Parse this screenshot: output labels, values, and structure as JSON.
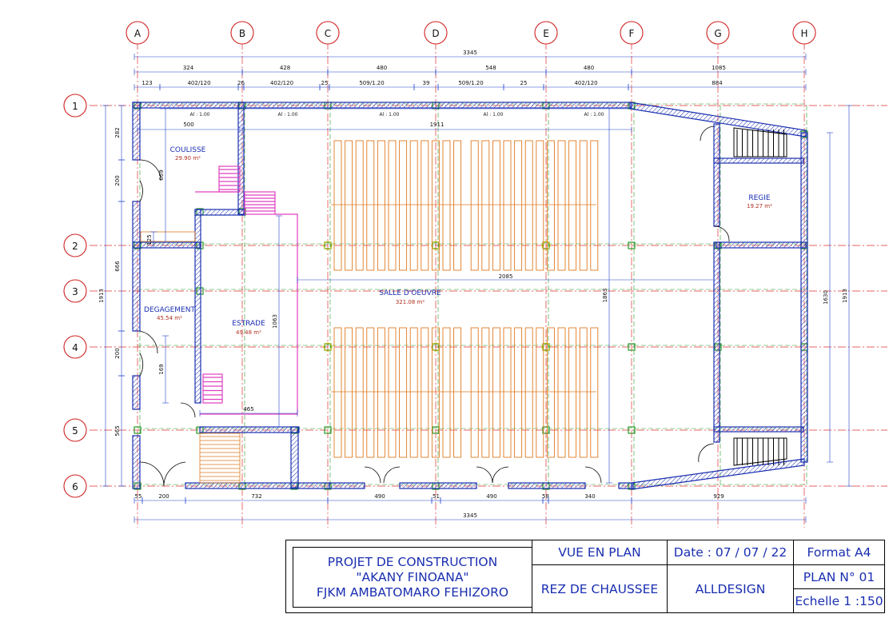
{
  "grid": {
    "columns": [
      "A",
      "B",
      "C",
      "D",
      "E",
      "F",
      "G",
      "H"
    ],
    "rows": [
      "1",
      "2",
      "3",
      "4",
      "5",
      "6"
    ]
  },
  "dims": {
    "total_top": "3345",
    "total_bottom": "3345",
    "top_row1": [
      "324",
      "428",
      "480",
      "548",
      "480",
      "1085"
    ],
    "top_row2": [
      "123",
      "402/120",
      "26",
      "402/120",
      "25",
      "509/1.20",
      "39",
      "509/1.20",
      "25",
      "402/120",
      "884"
    ],
    "bottom": [
      "55",
      "200",
      "732",
      "490",
      "51",
      "490",
      "58",
      "340",
      "929"
    ],
    "left_total": "1913",
    "left_parts": [
      "282",
      "200",
      "666",
      "200",
      "565"
    ],
    "right_total": "1913",
    "right_inner": "1630",
    "inner": [
      "500",
      "1911",
      "669",
      "125",
      "2085",
      "1863",
      "1063",
      "169",
      "465"
    ],
    "al": "Al : 1.00"
  },
  "rooms": [
    {
      "name": "COULISSE",
      "area": "29.90 m²"
    },
    {
      "name": "REGIE",
      "area": "19.27 m²"
    },
    {
      "name": "SALLE D'OEUVRE",
      "area": "321.08 m²"
    },
    {
      "name": "DEGAGEMENT",
      "area": "45.54 m²"
    },
    {
      "name": "ESTRADE",
      "area": "49.48 m²"
    }
  ],
  "title_block": {
    "project_line1": "PROJET DE CONSTRUCTION",
    "project_line2": "\"AKANY FINOANA\"",
    "project_line3": "FJKM AMBATOMARO FEHIZORO",
    "view": "VUE EN PLAN",
    "level": "REZ DE CHAUSSEE",
    "date": "Date : 07 / 07 / 22",
    "designer": "ALLDESIGN",
    "format": "Format A4",
    "plan_no": "PLAN N° 01",
    "scale": "Echelle 1 :150"
  },
  "colors": {
    "wall": "#1a2fb0",
    "grid_line": "#e03030",
    "dimension": "#2244cc",
    "green_axis": "#2a9a2a",
    "benches": "#e07a20",
    "stairs_pink": "#e040c0",
    "area_text": "#b03020"
  }
}
